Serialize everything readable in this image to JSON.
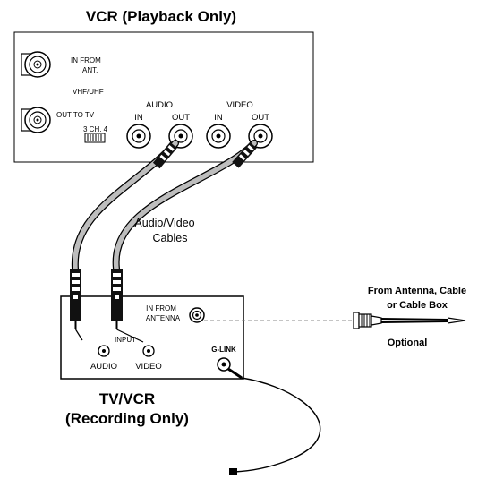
{
  "vcr": {
    "title": "VCR (Playback Only)",
    "in_from_ant_line1": "IN FROM",
    "in_from_ant_line2": "ANT.",
    "vhf_uhf": "VHF/UHF",
    "out_to_tv": "OUT TO TV",
    "channel_switch": "3 CH. 4",
    "audio_label": "AUDIO",
    "video_label": "VIDEO",
    "audio_in": "IN",
    "audio_out": "OUT",
    "video_in": "IN",
    "video_out": "OUT"
  },
  "cables": {
    "label_line1": "Audio/Video",
    "label_line2": "Cables"
  },
  "tvvcr": {
    "title_line1": "TV/VCR",
    "title_line2": "(Recording Only)",
    "in_from_antenna_line1": "IN FROM",
    "in_from_antenna_line2": "ANTENNA",
    "input": "INPUT",
    "audio": "AUDIO",
    "video": "VIDEO",
    "glink": "G-LINK"
  },
  "antenna": {
    "line1": "From Antenna, Cable",
    "line2": "or Cable Box",
    "optional": "Optional"
  }
}
